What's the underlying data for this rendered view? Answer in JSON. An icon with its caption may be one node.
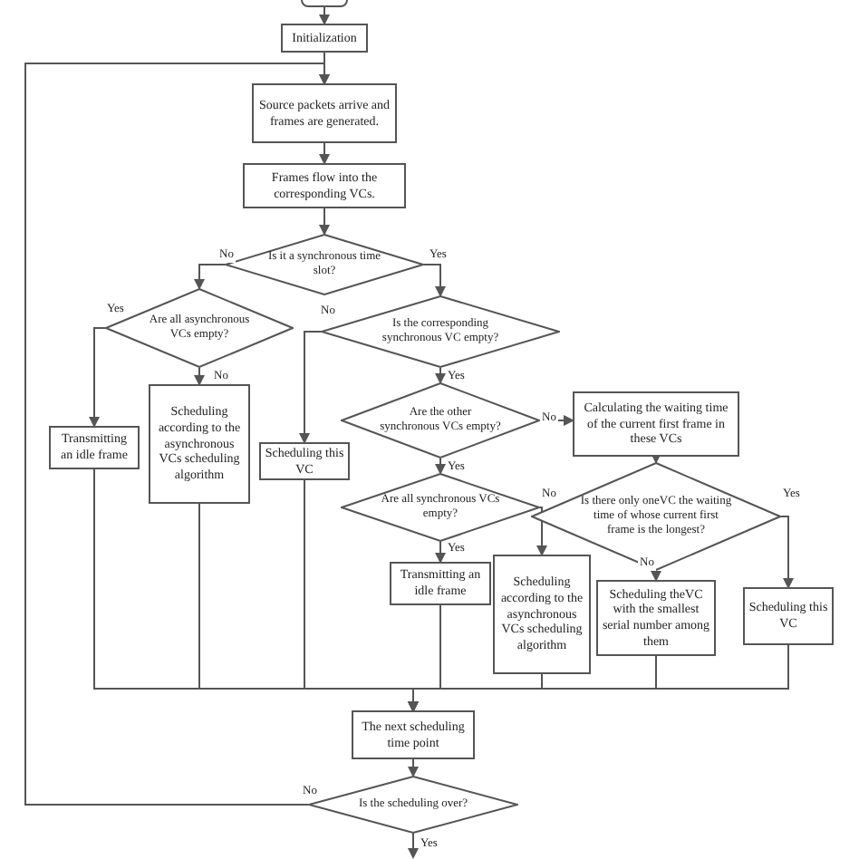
{
  "diagram": {
    "nodes": [
      {
        "text": [],
        "shape": "box"
      },
      {
        "text": [
          "Initialization"
        ]
      },
      {
        "text": [
          "Source packets arrive and frames are generated."
        ]
      },
      {
        "text": [
          "Frames flow into the corresponding VCs."
        ]
      },
      {
        "text": [
          "Is it a synchronous time slot?"
        ]
      },
      {
        "text": [
          "Are all asynchronous VCs empty?"
        ]
      },
      {
        "text": [
          "Is the corresponding synchronous VC empty?"
        ]
      },
      {
        "text": [
          "Transmitting an idle frame"
        ]
      },
      {
        "text": [
          "Scheduling according to the asynchronous VCs scheduling algorithm"
        ]
      },
      {
        "text": [
          "Scheduling this VC"
        ]
      },
      {
        "text": [
          "Are the other synchronous VCs empty?"
        ]
      },
      {
        "text": [
          "Calculating the waiting time of the current first frame in these VCs"
        ]
      },
      {
        "text": [
          "Are all synchronous VCs empty?"
        ]
      },
      {
        "text": [
          "Is there only oneVC the waiting time of whose current first frame is the longest?"
        ]
      },
      {
        "text": [
          "Transmitting an idle frame"
        ]
      },
      {
        "text": [
          "Scheduling according to the asynchronous VCs scheduling algorithm"
        ]
      },
      {
        "text": [
          "Scheduling theVC with the smallest serial number among them"
        ]
      },
      {
        "text": [
          "Scheduling this VC"
        ]
      },
      {
        "text": [
          "The next scheduling time point"
        ]
      },
      {
        "text": [
          "Is the scheduling over?"
        ]
      }
    ],
    "edges": [
      {
        "from": 0,
        "to": 1,
        "arrow": "to"
      },
      {
        "from": 1,
        "to": 2,
        "arrow": "to"
      },
      {
        "from": 2,
        "to": 3,
        "arrow": "to"
      },
      {
        "from": 3,
        "to": 4,
        "arrow": "to"
      },
      {
        "from": 4,
        "to": 5,
        "arrow": "to",
        "label": "No"
      },
      {
        "from": 4,
        "to": 6,
        "arrow": "to",
        "label": "Yes"
      },
      {
        "from": 5,
        "to": 7,
        "arrow": "to",
        "label": "Yes"
      },
      {
        "from": 5,
        "to": 8,
        "arrow": "to",
        "label": "No"
      },
      {
        "from": 6,
        "to": 9,
        "arrow": "to",
        "label": "No"
      },
      {
        "from": 6,
        "to": 10,
        "arrow": "to",
        "label": "Yes"
      },
      {
        "from": 10,
        "to": 11,
        "arrow": "to",
        "label": "No"
      },
      {
        "from": 10,
        "to": 12,
        "arrow": "to",
        "label": "Yes"
      },
      {
        "from": 12,
        "to": 14,
        "arrow": "to",
        "label": "Yes"
      },
      {
        "from": 12,
        "to": 15,
        "arrow": "to",
        "label": "No"
      },
      {
        "from": 11,
        "to": 13,
        "arrow": "to"
      },
      {
        "from": 13,
        "to": 16,
        "arrow": "to",
        "label": "No"
      },
      {
        "from": 13,
        "to": 17,
        "arrow": "to",
        "label": "Yes"
      },
      {
        "from": 7,
        "to": 18,
        "arrow": "to"
      },
      {
        "from": 8,
        "to": 18,
        "arrow": "to"
      },
      {
        "from": 9,
        "to": 18,
        "arrow": "to"
      },
      {
        "from": 14,
        "to": 18,
        "arrow": "to"
      },
      {
        "from": 15,
        "to": 18,
        "arrow": "to"
      },
      {
        "from": 16,
        "to": 18,
        "arrow": "to"
      },
      {
        "from": 17,
        "to": 18,
        "arrow": "to"
      },
      {
        "from": 18,
        "to": 19,
        "arrow": "to"
      },
      {
        "from": 19,
        "to": 2,
        "arrow": "to",
        "label": "No"
      },
      {
        "from": 19,
        "to": null,
        "arrow": "to",
        "label": "Yes"
      }
    ]
  }
}
